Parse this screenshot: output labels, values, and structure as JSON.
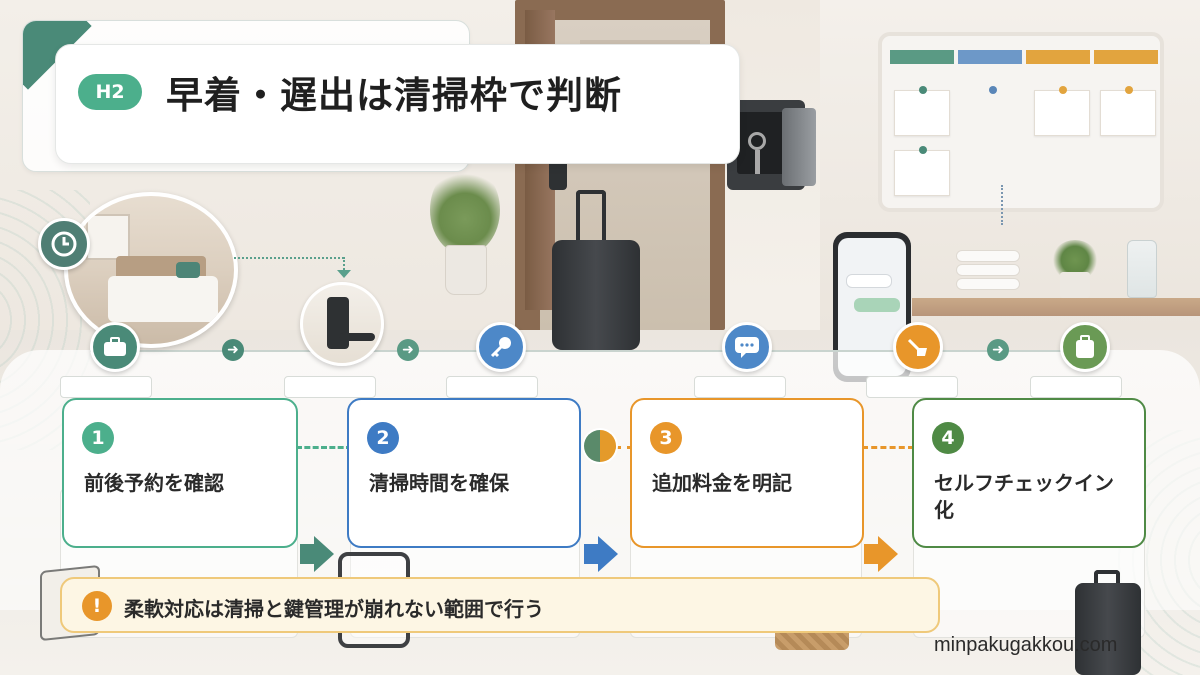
{
  "header": {
    "badge": "H2",
    "title": "早着・遅出は清掃枠で判断"
  },
  "steps": [
    {
      "number": "1",
      "label": "前後予約を確認",
      "color": "#4caf8c",
      "icon": "briefcase-icon"
    },
    {
      "number": "2",
      "label": "清掃時間を確保",
      "color": "#3e7bc4",
      "icon": "key-icon"
    },
    {
      "number": "3",
      "label": "追加料金を明記",
      "color": "#e8962a",
      "icon": "chat-icon"
    },
    {
      "number": "4",
      "label": "セルフチェックイン化",
      "color": "#4f8a45",
      "icon": "luggage-icon"
    }
  ],
  "note": {
    "icon": "warning-icon",
    "text": "柔軟対応は清掃と鍵管理が崩れない範囲で行う"
  },
  "footer": {
    "site": "minpakugakkou.com"
  },
  "colors": {
    "green": "#4caf8c",
    "blue": "#3e7bc4",
    "orange": "#e8962a",
    "dark_green": "#4f8a45",
    "note_bg": "#fdf6e4"
  }
}
